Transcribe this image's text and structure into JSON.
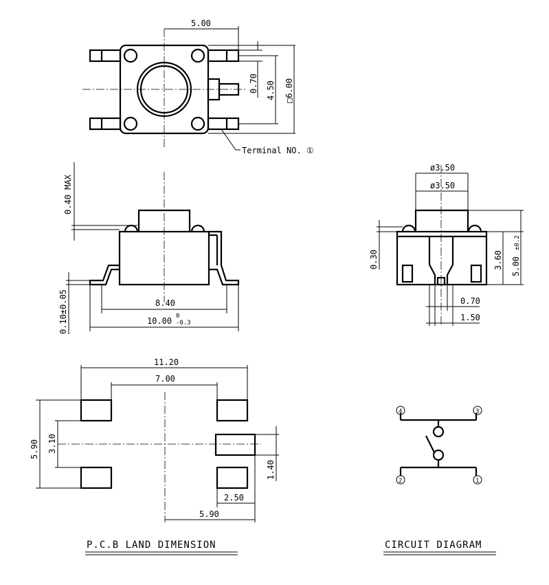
{
  "top_view": {
    "dim_width": "5.00",
    "dim_pin_width": "0.70",
    "dim_pitch": "4.50",
    "dim_body": "□6.00",
    "terminal_label": "Terminal NO. ①"
  },
  "side_view": {
    "dim_max": "0.40 MAX",
    "dim_body": "8.40",
    "dim_overall": "10.00",
    "tol_upper": "0",
    "tol_lower": "-0.3",
    "dim_thickness": "0.10±0.05"
  },
  "end_view": {
    "dim_dia_1": "ø3.50",
    "dim_dia_2": "ø3.50",
    "dim_030": "0.30",
    "dim_360": "3.60",
    "dim_500": "5.00",
    "dim_500_tol": "±0.2",
    "dim_070": "0.70",
    "dim_150": "1.50"
  },
  "pcb": {
    "dim_1120": "11.20",
    "dim_700": "7.00",
    "dim_590_v": "5.90",
    "dim_310": "3.10",
    "dim_140": "1.40",
    "dim_250": "2.50",
    "dim_590_h": "5.90",
    "title": "P.C.B LAND DIMENSION"
  },
  "circuit": {
    "pin1": "1",
    "pin2": "2",
    "pin3": "3",
    "pin4": "4",
    "title": "CIRCUIT DIAGRAM"
  }
}
